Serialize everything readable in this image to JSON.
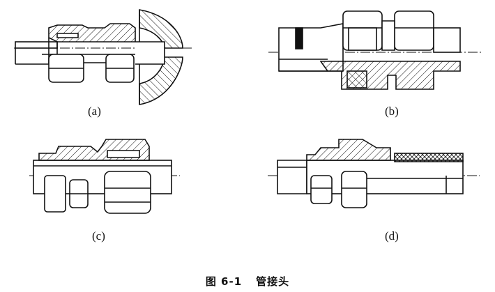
{
  "labels": {
    "a": "(a)",
    "b": "(b)",
    "c": "(c)",
    "d": "(d)"
  },
  "caption": {
    "number": "图 6-1",
    "title": "管接头"
  },
  "colors": {
    "ink": "#111111",
    "background": "#ffffff"
  }
}
